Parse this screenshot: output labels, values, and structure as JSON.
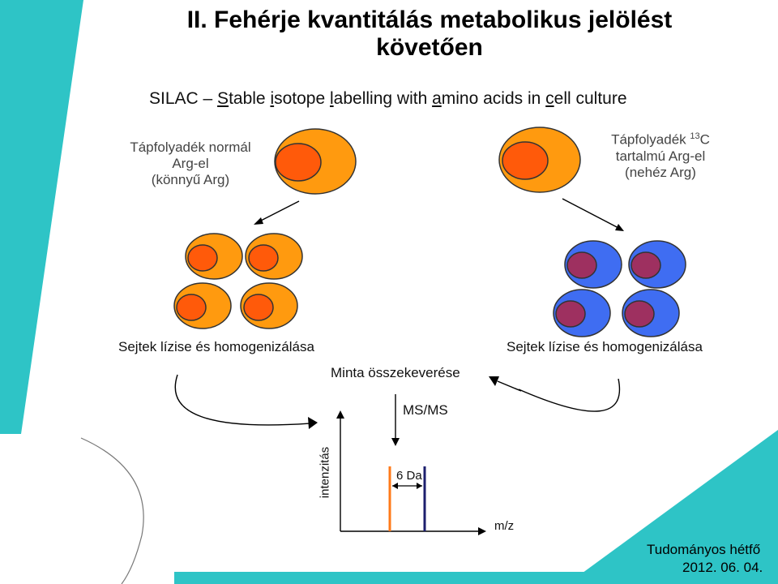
{
  "slide": {
    "title": "II. Fehérje kvantitálás metabolikus jelölést követően",
    "subtitle": {
      "prefix": "SILAC – ",
      "s": "S",
      "s_rest": "table ",
      "i": "i",
      "i_rest": "sotope ",
      "l": "l",
      "l_rest": "abelling with ",
      "a": "a",
      "a_rest": "mino acids in ",
      "c": "c",
      "c_rest": "ell culture"
    },
    "left_medium": {
      "line1": "Tápfolyadék normál",
      "line2": "Arg-el",
      "line3": "(könnyű Arg)"
    },
    "right_medium": {
      "line1_prefix": "Tápfolyadék ",
      "superscript": "13",
      "line1_suffix": "C",
      "line2": "tartalmú Arg-el",
      "line3": "(nehéz Arg)"
    },
    "lysis_left": "Sejtek lízise és homogenizálása",
    "lysis_right": "Sejtek lízise és homogenizálása",
    "mix": "Minta összekeverése",
    "msms": "MS/MS",
    "spectrum": {
      "y_label": "intenzitás",
      "x_label": "m/z",
      "mass_difference": "6 Da"
    },
    "footer": {
      "event": "Tudományos hétfő",
      "date": "2012. 06. 04."
    }
  },
  "colors": {
    "teal": "#2ec4c6",
    "light_cell_outer": "#ff9a0f",
    "light_cell_nucleus": "#ff5a0a",
    "heavy_cell_outer": "#3f6df2",
    "heavy_cell_nucleus": "#9e3060",
    "light_peak": "#ff7a1a",
    "heavy_peak": "#1c1f6e"
  }
}
